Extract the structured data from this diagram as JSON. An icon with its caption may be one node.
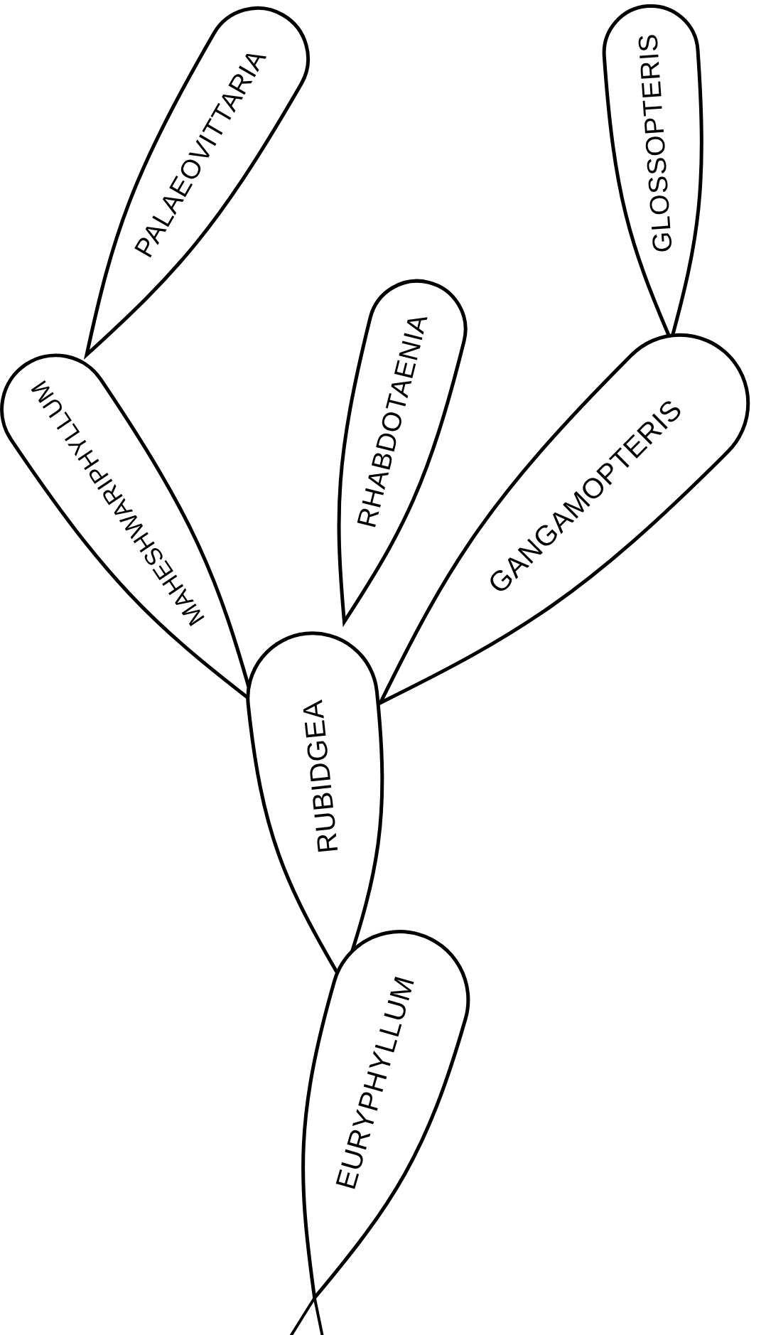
{
  "diagram": {
    "nodes": [
      {
        "text": [
          "EURYPHYLLUM"
        ]
      },
      {
        "text": [
          "RUBIDGEA"
        ]
      },
      {
        "text": [
          "MAHESHWARIPHYLLUM"
        ]
      },
      {
        "text": [
          "RHABDOTAENIA"
        ]
      },
      {
        "text": [
          "GANGAMOPTERIS"
        ]
      },
      {
        "text": [
          "PALAEOVITTARIA"
        ]
      },
      {
        "text": [
          "GLOSSOPTERIS"
        ]
      }
    ]
  }
}
